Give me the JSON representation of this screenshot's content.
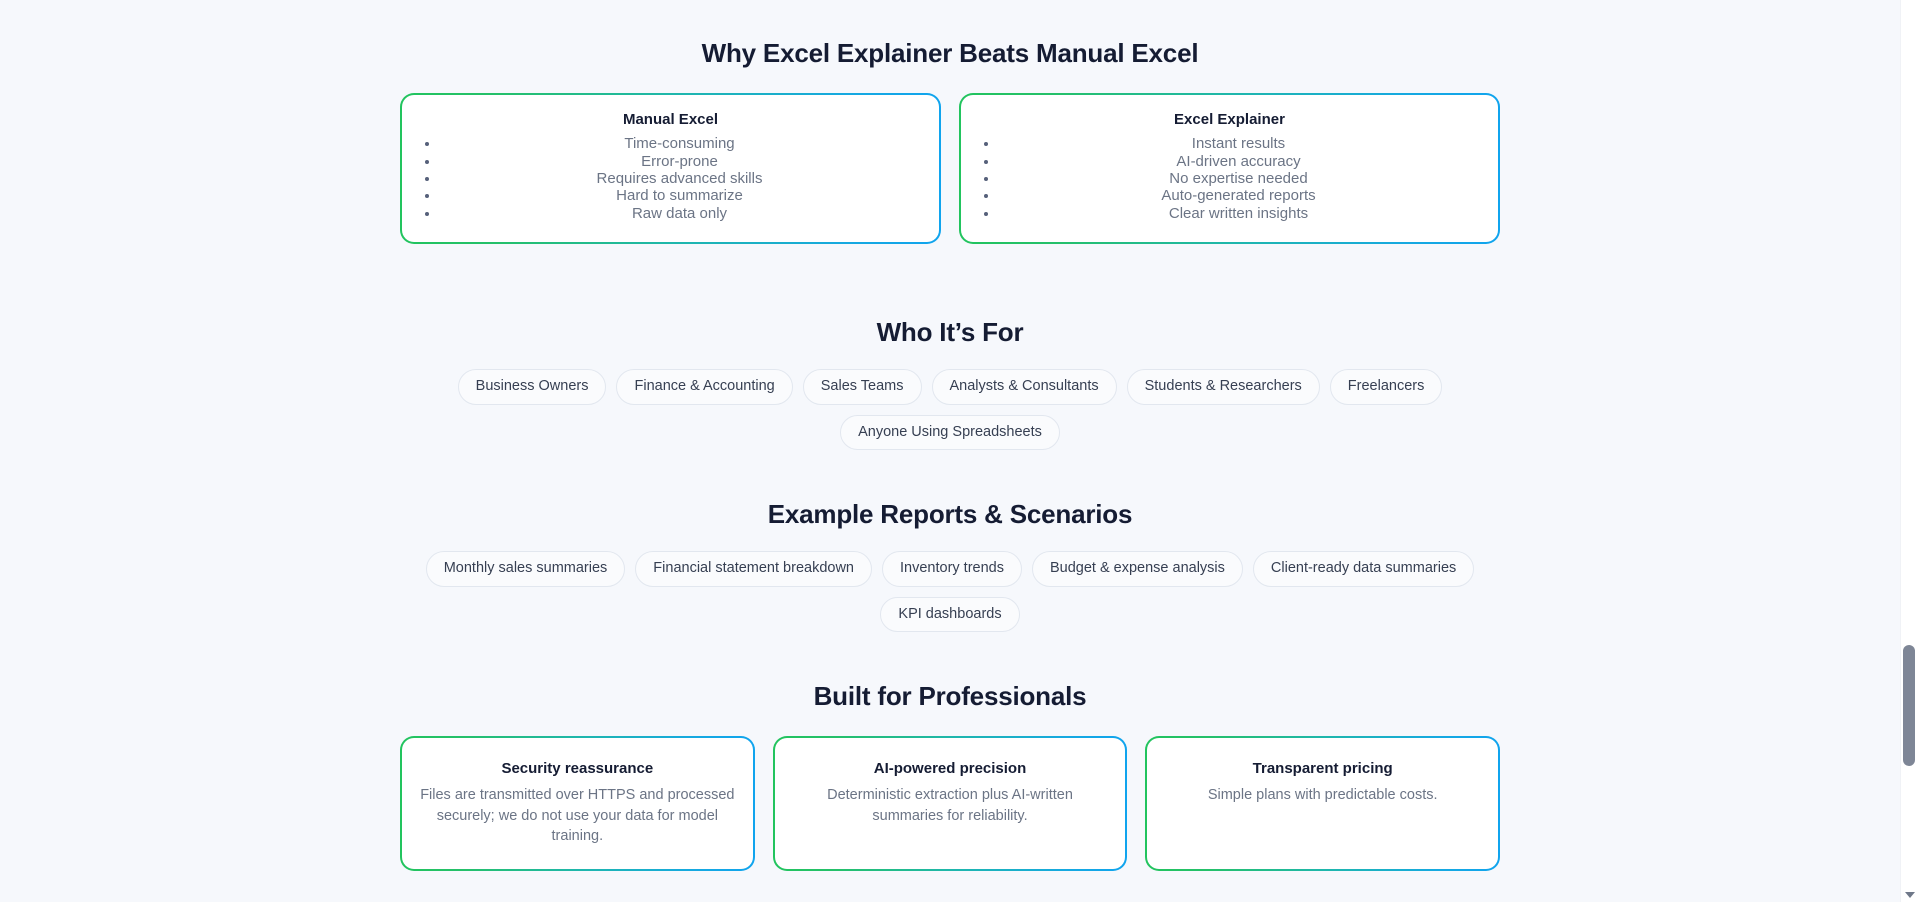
{
  "comparison": {
    "title": "Why Excel Explainer Beats Manual Excel",
    "cards": [
      {
        "heading": "Manual Excel",
        "items": [
          "Time-consuming",
          "Error-prone",
          "Requires advanced skills",
          "Hard to summarize",
          "Raw data only"
        ]
      },
      {
        "heading": "Excel Explainer",
        "items": [
          "Instant results",
          "AI-driven accuracy",
          "No expertise needed",
          "Auto-generated reports",
          "Clear written insights"
        ]
      }
    ]
  },
  "audience": {
    "title": "Who It’s For",
    "chips": [
      "Business Owners",
      "Finance & Accounting",
      "Sales Teams",
      "Analysts & Consultants",
      "Students & Researchers",
      "Freelancers",
      "Anyone Using Spreadsheets"
    ]
  },
  "reports": {
    "title": "Example Reports & Scenarios",
    "chips": [
      "Monthly sales summaries",
      "Financial statement breakdown",
      "Inventory trends",
      "Budget & expense analysis",
      "Client-ready data summaries",
      "KPI dashboards"
    ]
  },
  "professionals": {
    "title": "Built for Professionals",
    "cards": [
      {
        "heading": "Security reassurance",
        "body": "Files are transmitted over HTTPS and processed securely; we do not use your data for model training."
      },
      {
        "heading": "AI-powered precision",
        "body": "Deterministic extraction plus AI-written summaries for reliability."
      },
      {
        "heading": "Transparent pricing",
        "body": "Simple plans with predictable costs."
      }
    ]
  },
  "theme": {
    "page_background": "#f6f8fc",
    "accent_green": "#22c45e",
    "accent_blue": "#10a4ee",
    "heading_color": "#151c33",
    "muted_text": "#6b7485"
  }
}
